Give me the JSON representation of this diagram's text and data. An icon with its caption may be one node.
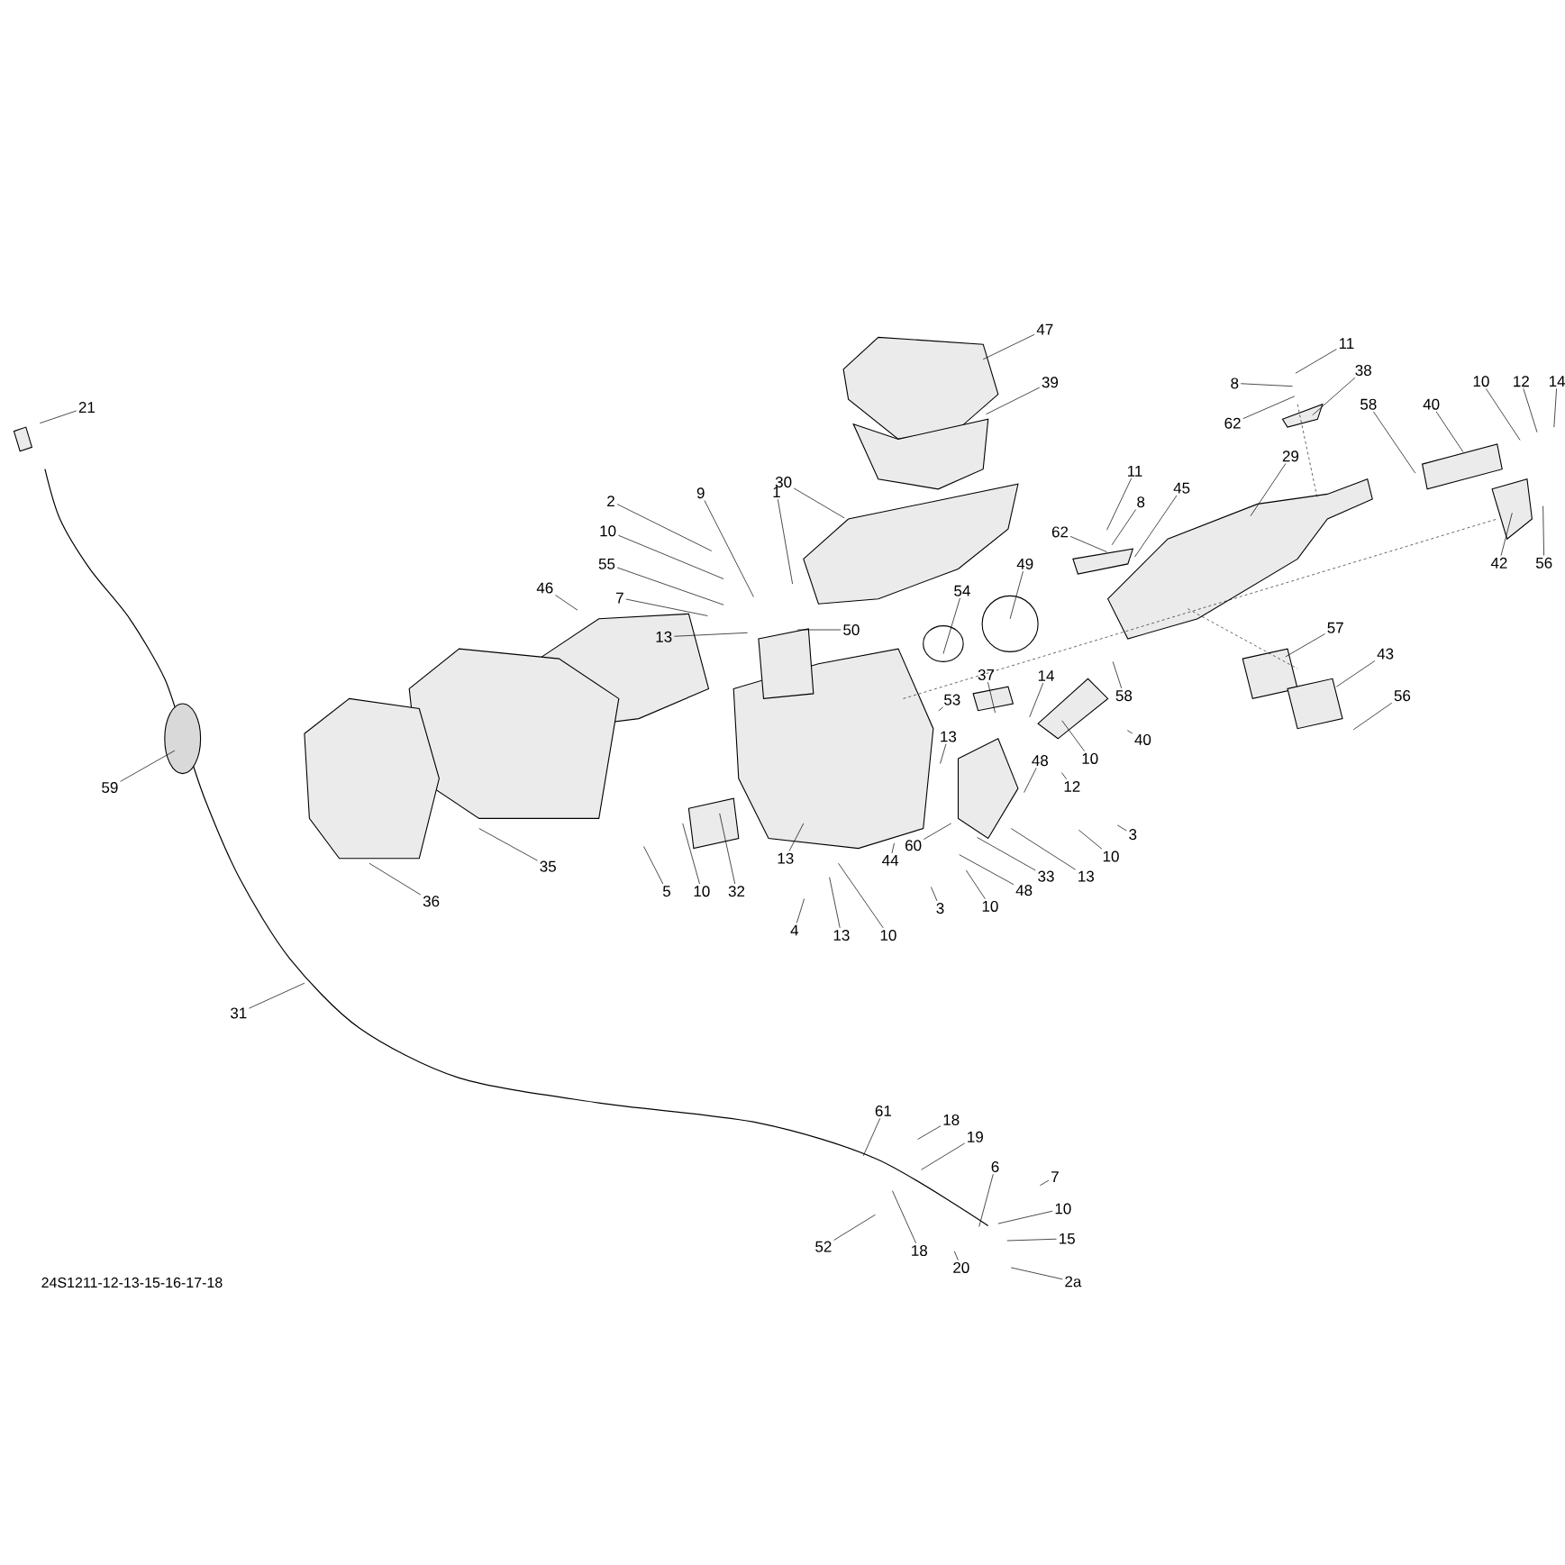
{
  "diagram": {
    "nodes": [
      {
        "text": [
          "21"
        ]
      },
      {
        "text": [
          "47"
        ]
      },
      {
        "text": [
          "11"
        ]
      },
      {
        "text": [
          "38"
        ]
      },
      {
        "text": [
          "8"
        ]
      },
      {
        "text": [
          "39"
        ]
      },
      {
        "text": [
          "10"
        ]
      },
      {
        "text": [
          "12"
        ]
      },
      {
        "text": [
          "14"
        ]
      },
      {
        "text": [
          "58"
        ]
      },
      {
        "text": [
          "40"
        ]
      },
      {
        "text": [
          "62"
        ]
      },
      {
        "text": [
          "29"
        ]
      },
      {
        "text": [
          "11"
        ]
      },
      {
        "text": [
          "30"
        ]
      },
      {
        "text": [
          "45"
        ]
      },
      {
        "text": [
          "2"
        ]
      },
      {
        "text": [
          "9"
        ]
      },
      {
        "text": [
          "1"
        ]
      },
      {
        "text": [
          "8"
        ]
      },
      {
        "text": [
          "10"
        ]
      },
      {
        "text": [
          "62"
        ]
      },
      {
        "text": [
          "42"
        ]
      },
      {
        "text": [
          "56"
        ]
      },
      {
        "text": [
          "55"
        ]
      },
      {
        "text": [
          "49"
        ]
      },
      {
        "text": [
          "46"
        ]
      },
      {
        "text": [
          "54"
        ]
      },
      {
        "text": [
          "7"
        ]
      },
      {
        "text": [
          "57"
        ]
      },
      {
        "text": [
          "13"
        ]
      },
      {
        "text": [
          "50"
        ]
      },
      {
        "text": [
          "43"
        ]
      },
      {
        "text": [
          "37"
        ]
      },
      {
        "text": [
          "14"
        ]
      },
      {
        "text": [
          "56"
        ]
      },
      {
        "text": [
          "58"
        ]
      },
      {
        "text": [
          "53"
        ]
      },
      {
        "text": [
          "13"
        ]
      },
      {
        "text": [
          "40"
        ]
      },
      {
        "text": [
          "48"
        ]
      },
      {
        "text": [
          "10"
        ]
      },
      {
        "text": [
          "12"
        ]
      },
      {
        "text": [
          "59"
        ]
      },
      {
        "text": [
          "3"
        ]
      },
      {
        "text": [
          "60"
        ]
      },
      {
        "text": [
          "10"
        ]
      },
      {
        "text": [
          "13"
        ]
      },
      {
        "text": [
          "44"
        ]
      },
      {
        "text": [
          "35"
        ]
      },
      {
        "text": [
          "13"
        ]
      },
      {
        "text": [
          "33"
        ]
      },
      {
        "text": [
          "5"
        ]
      },
      {
        "text": [
          "10"
        ]
      },
      {
        "text": [
          "32"
        ]
      },
      {
        "text": [
          "48"
        ]
      },
      {
        "text": [
          "36"
        ]
      },
      {
        "text": [
          "3"
        ]
      },
      {
        "text": [
          "10"
        ]
      },
      {
        "text": [
          "4"
        ]
      },
      {
        "text": [
          "13"
        ]
      },
      {
        "text": [
          "10"
        ]
      },
      {
        "text": [
          "31"
        ]
      },
      {
        "text": [
          "61"
        ]
      },
      {
        "text": [
          "18"
        ]
      },
      {
        "text": [
          "19"
        ]
      },
      {
        "text": [
          "6"
        ]
      },
      {
        "text": [
          "7"
        ]
      },
      {
        "text": [
          "10"
        ]
      },
      {
        "text": [
          "15"
        ]
      },
      {
        "text": [
          "52"
        ]
      },
      {
        "text": [
          "18"
        ]
      },
      {
        "text": [
          "20"
        ]
      },
      {
        "text": [
          "2a"
        ]
      }
    ],
    "edges": [
      {
        "from": 0,
        "to": null,
        "arrow": "none"
      },
      {
        "from": 1,
        "to": null,
        "arrow": "none"
      },
      {
        "from": 2,
        "to": null,
        "arrow": "none"
      },
      {
        "from": 3,
        "to": null,
        "arrow": "none"
      },
      {
        "from": 4,
        "to": null,
        "arrow": "none"
      },
      {
        "from": 5,
        "to": null,
        "arrow": "none"
      },
      {
        "from": 6,
        "to": null,
        "arrow": "none"
      },
      {
        "from": 7,
        "to": null,
        "arrow": "none"
      },
      {
        "from": 8,
        "to": null,
        "arrow": "none"
      },
      {
        "from": 9,
        "to": null,
        "arrow": "none"
      },
      {
        "from": 10,
        "to": null,
        "arrow": "none"
      },
      {
        "from": 11,
        "to": null,
        "arrow": "none"
      },
      {
        "from": 12,
        "to": null,
        "arrow": "none"
      },
      {
        "from": 13,
        "to": null,
        "arrow": "none"
      },
      {
        "from": 14,
        "to": null,
        "arrow": "none"
      },
      {
        "from": 15,
        "to": null,
        "arrow": "none"
      },
      {
        "from": 16,
        "to": null,
        "arrow": "none"
      },
      {
        "from": 17,
        "to": null,
        "arrow": "none"
      },
      {
        "from": 18,
        "to": null,
        "arrow": "none"
      },
      {
        "from": 19,
        "to": null,
        "arrow": "none"
      },
      {
        "from": 20,
        "to": null,
        "arrow": "none"
      },
      {
        "from": 21,
        "to": null,
        "arrow": "none"
      },
      {
        "from": 22,
        "to": null,
        "arrow": "none"
      },
      {
        "from": 23,
        "to": null,
        "arrow": "none"
      },
      {
        "from": 24,
        "to": null,
        "arrow": "none"
      },
      {
        "from": 25,
        "to": null,
        "arrow": "none"
      },
      {
        "from": 26,
        "to": null,
        "arrow": "none"
      },
      {
        "from": 27,
        "to": null,
        "arrow": "none"
      },
      {
        "from": 28,
        "to": null,
        "arrow": "none"
      },
      {
        "from": 29,
        "to": null,
        "arrow": "none"
      },
      {
        "from": 30,
        "to": null,
        "arrow": "none"
      },
      {
        "from": 31,
        "to": null,
        "arrow": "none"
      },
      {
        "from": 32,
        "to": null,
        "arrow": "none"
      },
      {
        "from": 33,
        "to": null,
        "arrow": "none"
      },
      {
        "from": 34,
        "to": null,
        "arrow": "none"
      },
      {
        "from": 35,
        "to": null,
        "arrow": "none"
      },
      {
        "from": 36,
        "to": null,
        "arrow": "none"
      },
      {
        "from": 37,
        "to": null,
        "arrow": "none"
      },
      {
        "from": 38,
        "to": null,
        "arrow": "none"
      },
      {
        "from": 39,
        "to": null,
        "arrow": "none"
      },
      {
        "from": 40,
        "to": null,
        "arrow": "none"
      },
      {
        "from": 41,
        "to": null,
        "arrow": "none"
      },
      {
        "from": 42,
        "to": null,
        "arrow": "none"
      },
      {
        "from": 43,
        "to": null,
        "arrow": "none"
      },
      {
        "from": 44,
        "to": null,
        "arrow": "none"
      },
      {
        "from": 45,
        "to": null,
        "arrow": "none"
      },
      {
        "from": 46,
        "to": null,
        "arrow": "none"
      },
      {
        "from": 47,
        "to": null,
        "arrow": "none"
      },
      {
        "from": 48,
        "to": null,
        "arrow": "none"
      },
      {
        "from": 49,
        "to": null,
        "arrow": "none"
      },
      {
        "from": 50,
        "to": null,
        "arrow": "none"
      },
      {
        "from": 51,
        "to": null,
        "arrow": "none"
      },
      {
        "from": 52,
        "to": null,
        "arrow": "none"
      },
      {
        "from": 53,
        "to": null,
        "arrow": "none"
      },
      {
        "from": 54,
        "to": null,
        "arrow": "none"
      },
      {
        "from": 55,
        "to": null,
        "arrow": "none"
      },
      {
        "from": 56,
        "to": null,
        "arrow": "none"
      },
      {
        "from": 57,
        "to": null,
        "arrow": "none"
      },
      {
        "from": 58,
        "to": null,
        "arrow": "none"
      },
      {
        "from": 59,
        "to": null,
        "arrow": "none"
      },
      {
        "from": 60,
        "to": null,
        "arrow": "none"
      },
      {
        "from": 61,
        "to": null,
        "arrow": "none"
      },
      {
        "from": 62,
        "to": null,
        "arrow": "none"
      },
      {
        "from": 63,
        "to": null,
        "arrow": "none"
      },
      {
        "from": 64,
        "to": null,
        "arrow": "none"
      },
      {
        "from": 65,
        "to": null,
        "arrow": "none"
      },
      {
        "from": 66,
        "to": null,
        "arrow": "none"
      },
      {
        "from": 67,
        "to": null,
        "arrow": "none"
      },
      {
        "from": 68,
        "to": null,
        "arrow": "none"
      },
      {
        "from": 69,
        "to": null,
        "arrow": "none"
      },
      {
        "from": 70,
        "to": null,
        "arrow": "none"
      },
      {
        "from": 71,
        "to": null,
        "arrow": "none"
      },
      {
        "from": 72,
        "to": null,
        "arrow": "none"
      },
      {
        "from": 73,
        "to": null,
        "arrow": "none"
      }
    ],
    "labels": [
      "24S1211-12-13-15-16-17-18"
    ]
  }
}
